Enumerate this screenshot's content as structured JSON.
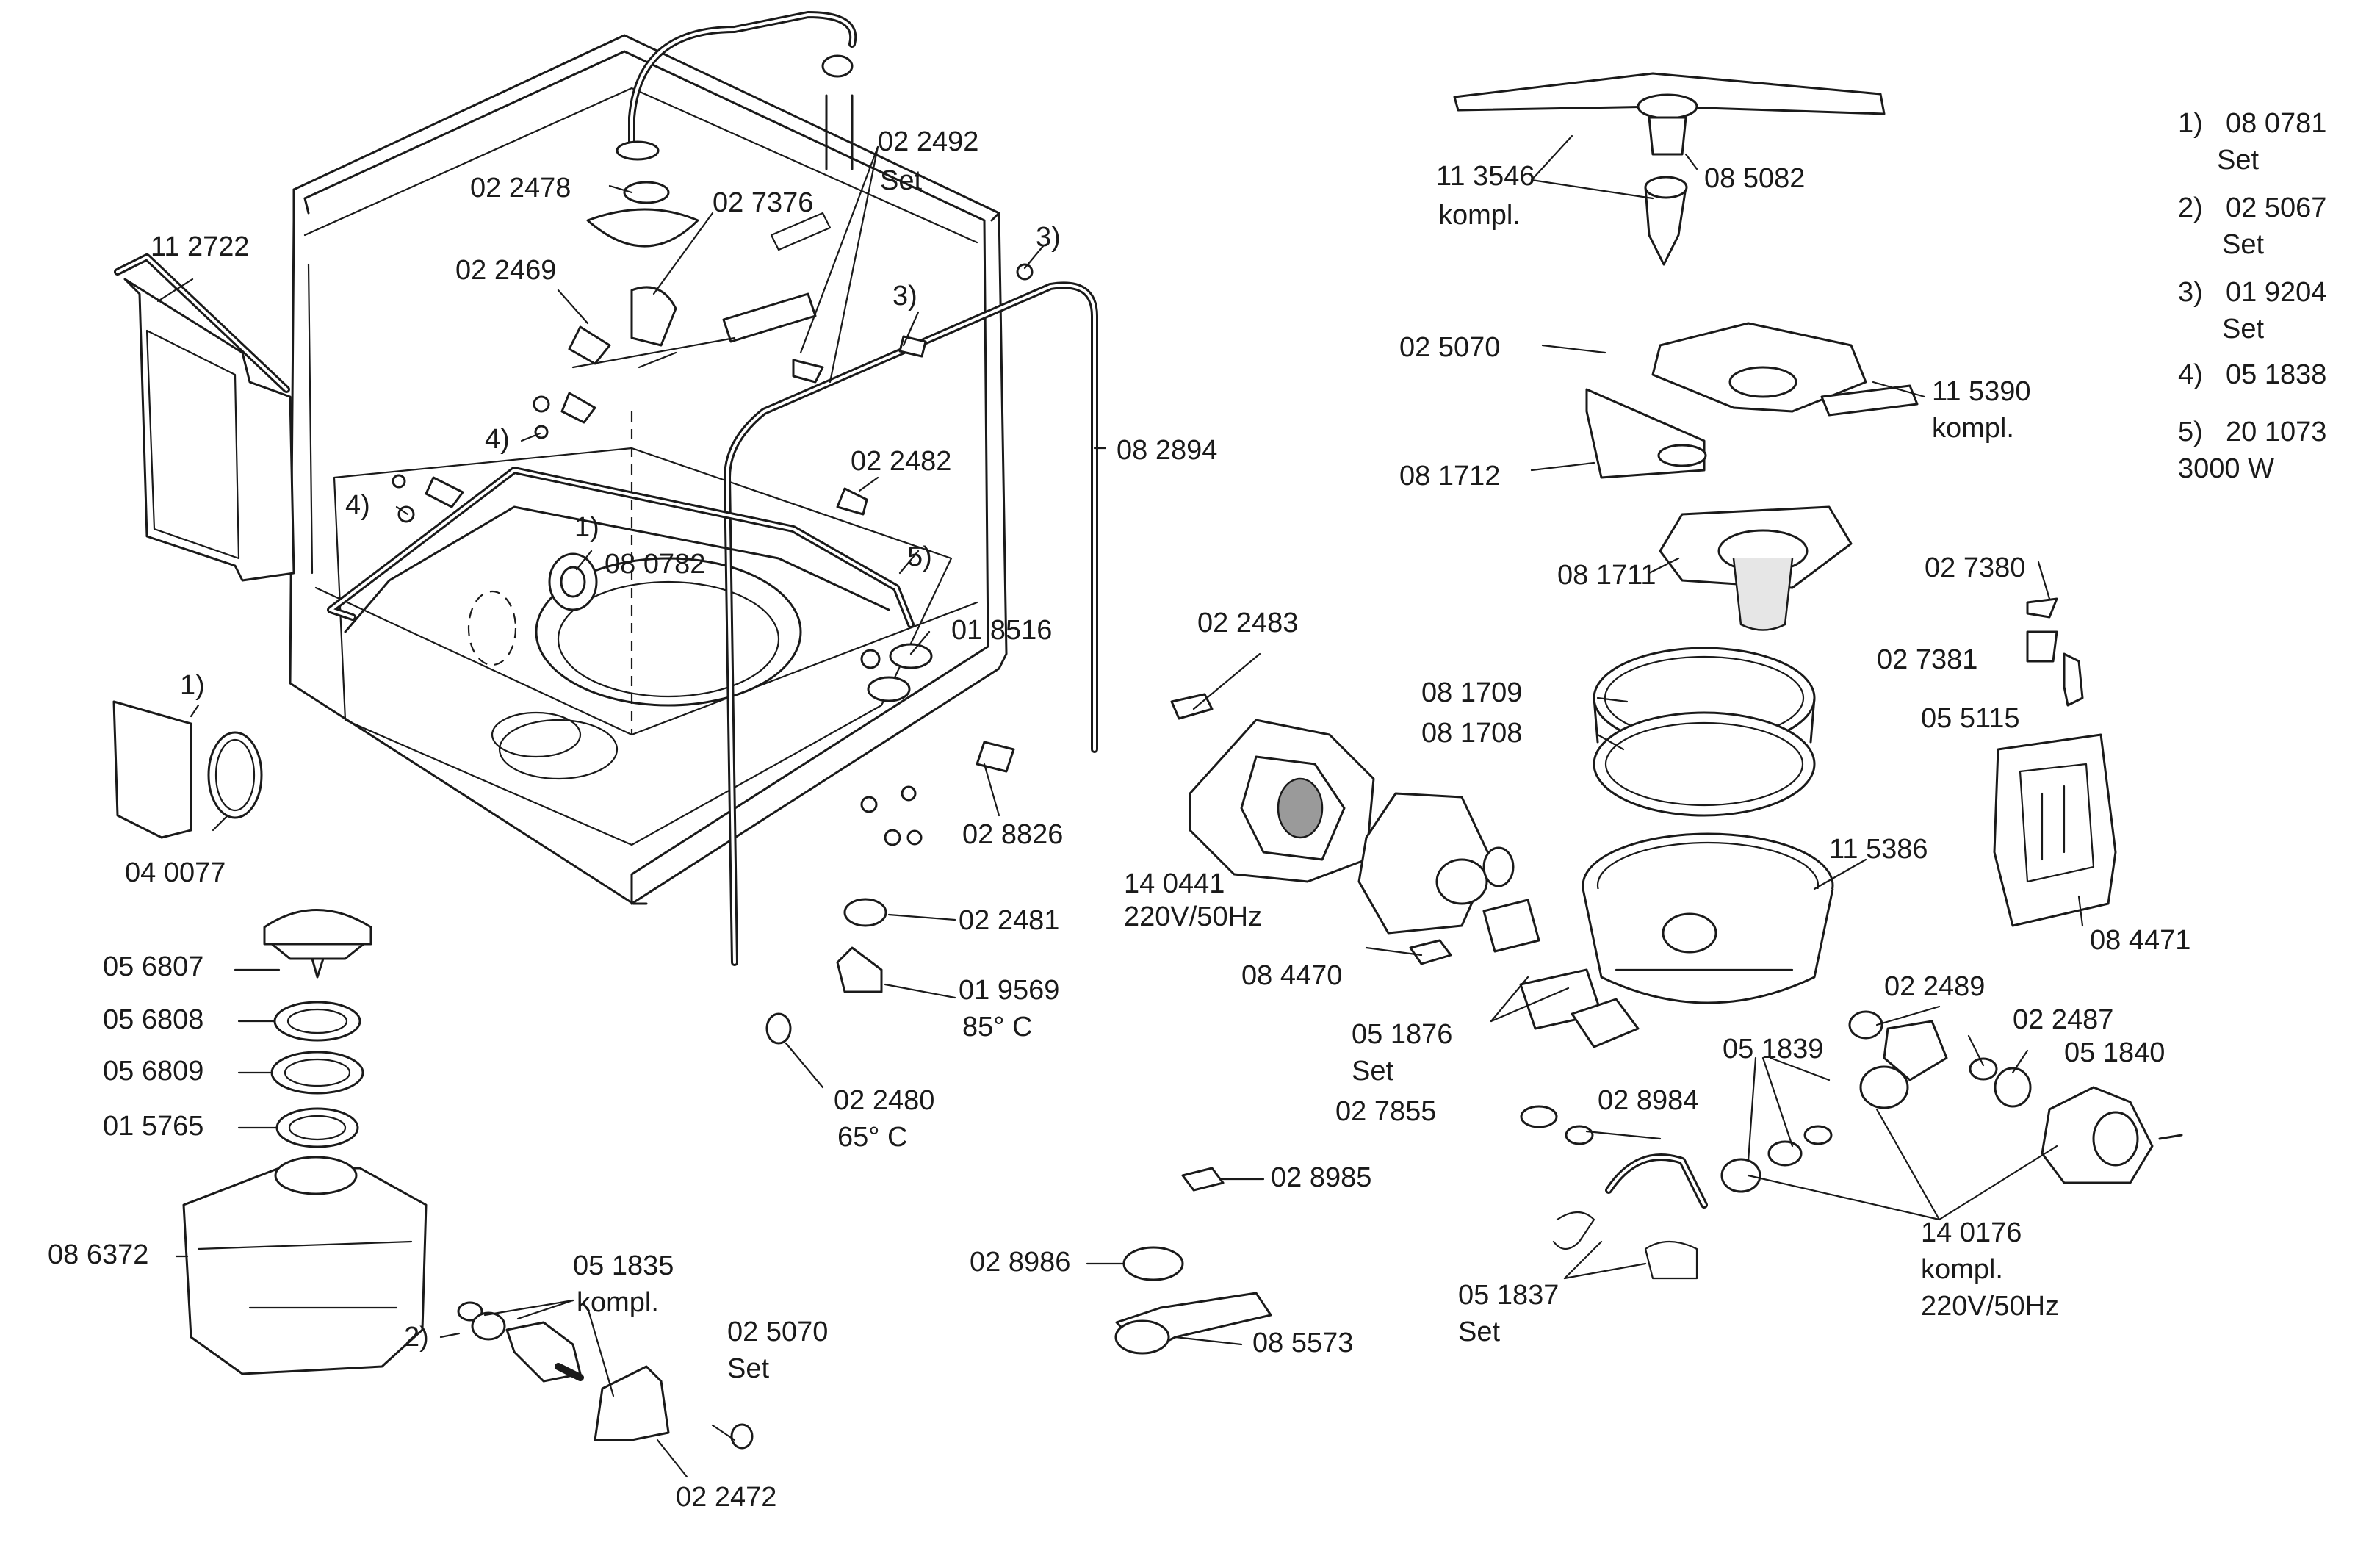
{
  "legend": [
    {
      "num": "1)",
      "code": "08 0781",
      "note": "Set"
    },
    {
      "num": "2)",
      "code": "02 5067",
      "note": "Set"
    },
    {
      "num": "3)",
      "code": "01 9204",
      "note": "Set"
    },
    {
      "num": "4)",
      "code": "05 1838",
      "note": ""
    },
    {
      "num": "5)",
      "code": "20 1073",
      "note": "3000 W"
    }
  ],
  "labels": {
    "p_112722": "11 2722",
    "p_022478": "02 2478",
    "p_022469": "02 2469",
    "p_027376": "02 7376",
    "p_022492": "02 2492",
    "p_022492_set": "Set",
    "ref_3a": "3)",
    "ref_3b": "3)",
    "ref_4a": "4)",
    "ref_4b": "4)",
    "ref_1a": "1)",
    "ref_1b": "1)",
    "ref_5": "5)",
    "ref_2": "2)",
    "p_080782": "08 0782",
    "p_082894": "08 2894",
    "p_022482": "02 2482",
    "p_018516": "01 8516",
    "p_028826": "02 8826",
    "p_022481": "02 2481",
    "p_019569": "01 9569",
    "p_019569_temp": "85° C",
    "p_022480": "02 2480",
    "p_022480_temp": "65° C",
    "p_040077": "04 0077",
    "p_056807": "05 6807",
    "p_056808": "05 6808",
    "p_056809": "05 6809",
    "p_015765": "01 5765",
    "p_086372": "08 6372",
    "p_051835": "05 1835",
    "p_051835_kompl": "kompl.",
    "p_025070b": "02 5070",
    "p_025070b_set": "Set",
    "p_022472": "02 2472",
    "p_113546": "11 3546",
    "p_113546_kompl": "kompl.",
    "p_085082": "08 5082",
    "p_025070": "02 5070",
    "p_115390": "11 5390",
    "p_115390_kompl": "kompl.",
    "p_081712": "08 1712",
    "p_081711": "08 1711",
    "p_027380": "02 7380",
    "p_027381": "02 7381",
    "p_055115": "05 5115",
    "p_081709": "08 1709",
    "p_081708": "08 1708",
    "p_022483": "02 2483",
    "p_140441": "14 0441",
    "p_140441_volt": "220V/50Hz",
    "p_115386": "11 5386",
    "p_084471": "08 4471",
    "p_084470": "08 4470",
    "p_051876": "05 1876",
    "p_051876_set": "Set",
    "p_027855": "02 7855",
    "p_022489": "02 2489",
    "p_022487": "02 2487",
    "p_051839": "05 1839",
    "p_051840": "05 1840",
    "p_028984": "02 8984",
    "p_028985": "02 8985",
    "p_028986": "02 8986",
    "p_085573": "08 5573",
    "p_051837": "05 1837",
    "p_051837_set": "Set",
    "p_140176": "14 0176",
    "p_140176_kompl": "kompl.",
    "p_140176_volt": "220V/50Hz"
  }
}
